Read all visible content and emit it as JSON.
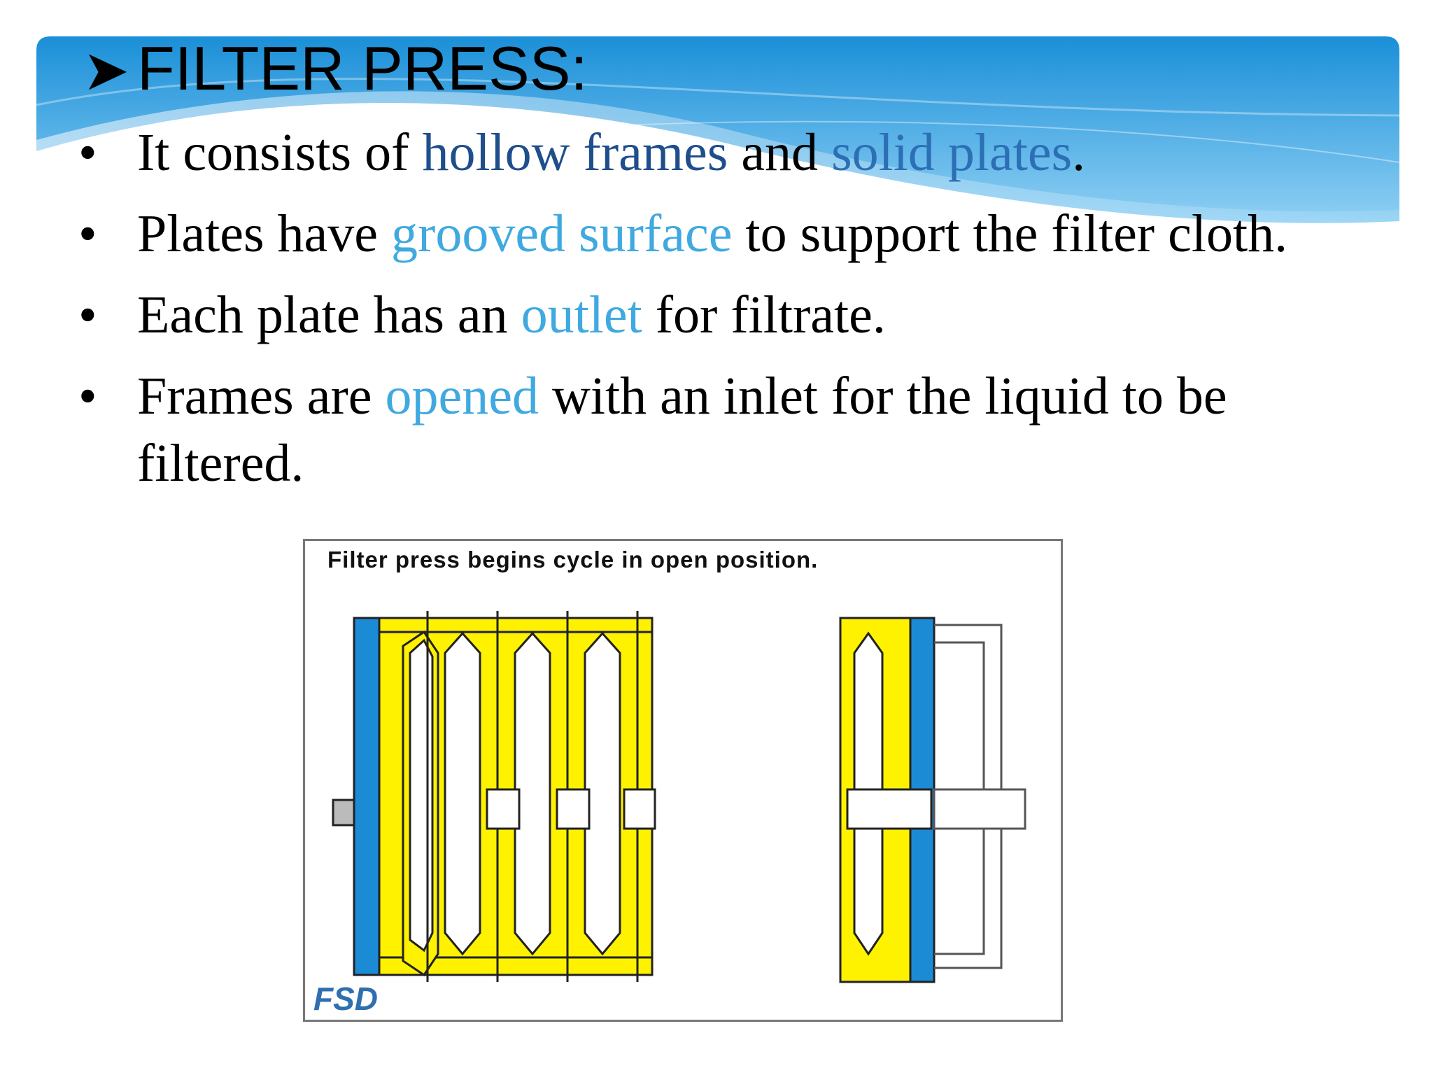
{
  "slide": {
    "title": "FILTER PRESS:",
    "title_marker_icon": "arrow-bullet-icon",
    "colors": {
      "banner_top": "#1a8fd8",
      "banner_light": "#7cc4ef",
      "highlight_dark": "#1f4e8c",
      "highlight_mid": "#2c6fb5",
      "highlight_light": "#3fa9e0",
      "plate_yellow": "#fff200",
      "plate_blue": "#1b8bd6"
    }
  },
  "bullets": [
    {
      "parts": [
        {
          "text": "It consists of ",
          "style": "plain"
        },
        {
          "text": "hollow frames",
          "style": "dark"
        },
        {
          "text": " and ",
          "style": "plain"
        },
        {
          "text": "solid plates",
          "style": "mid"
        },
        {
          "text": ".",
          "style": "plain"
        }
      ]
    },
    {
      "parts": [
        {
          "text": "Plates have ",
          "style": "plain"
        },
        {
          "text": "grooved surface",
          "style": "light"
        },
        {
          "text": " to support the filter cloth.",
          "style": "plain"
        }
      ]
    },
    {
      "parts": [
        {
          "text": "Each plate has an ",
          "style": "plain"
        },
        {
          "text": "outlet",
          "style": "light"
        },
        {
          "text": " for filtrate.",
          "style": "plain"
        }
      ]
    },
    {
      "parts": [
        {
          "text": "Frames are ",
          "style": "plain"
        },
        {
          "text": "opened",
          "style": "light"
        },
        {
          "text": " with an inlet for the liquid to be filtered.",
          "style": "plain"
        }
      ]
    }
  ],
  "figure": {
    "caption": "Filter press begins cycle in open position.",
    "logo_text": "FSD",
    "bullet_glyph": "•"
  }
}
